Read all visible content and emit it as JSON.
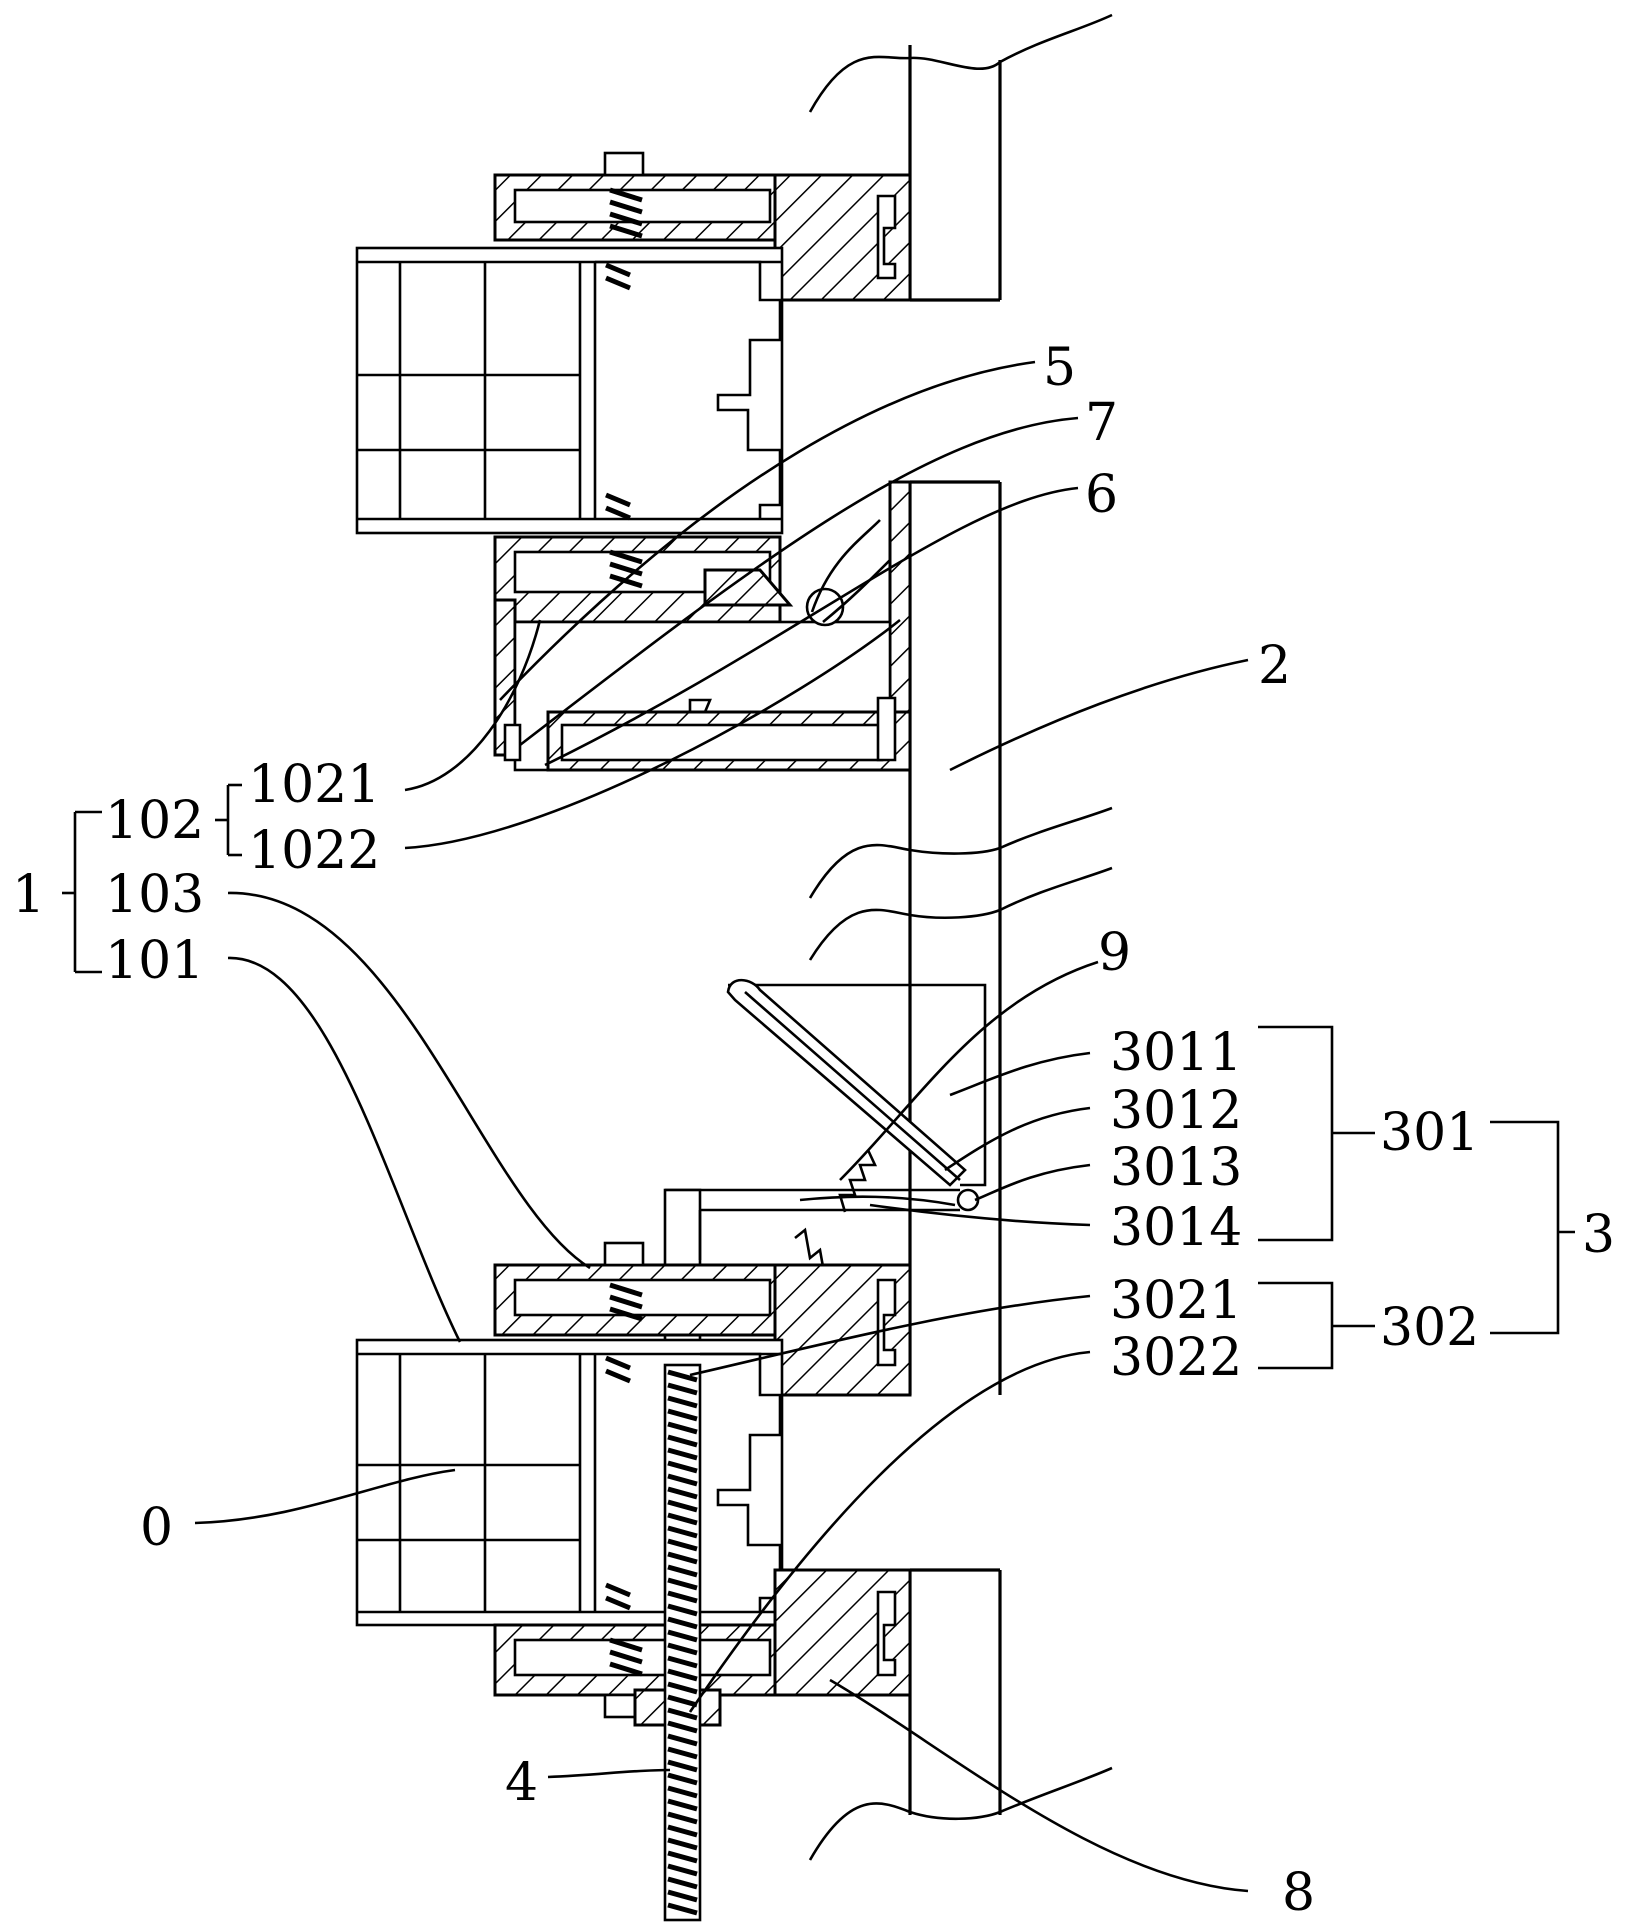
{
  "labels": {
    "l0": "0",
    "l1": "1",
    "l101": "101",
    "l102": "102",
    "l103": "103",
    "l1021": "1021",
    "l1022": "1022",
    "l2": "2",
    "l3": "3",
    "l301": "301",
    "l302": "302",
    "l3011": "3011",
    "l3012": "3012",
    "l3013": "3013",
    "l3014": "3014",
    "l3021": "3021",
    "l3022": "3022",
    "l4": "4",
    "l5": "5",
    "l6": "6",
    "l7": "7",
    "l8": "8",
    "l9": "9"
  }
}
